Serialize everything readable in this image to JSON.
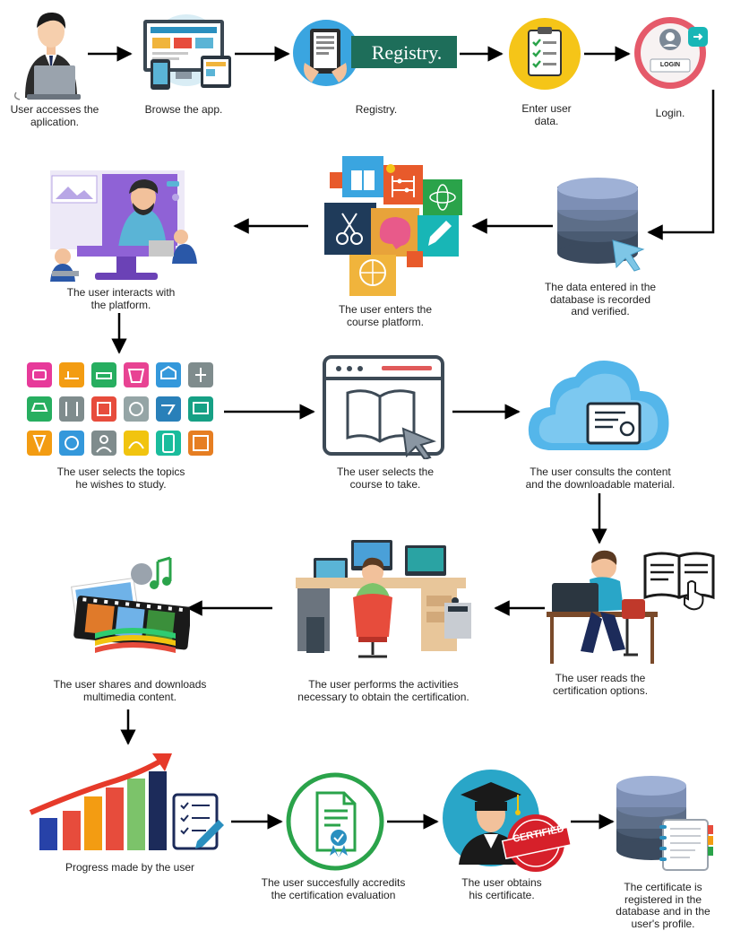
{
  "colors": {
    "arrow": "#000000",
    "text": "#1f1f1f"
  },
  "steps": [
    {
      "name": "user-access",
      "icon": "user-at-laptop-icon",
      "label": "User accesses the\naplication."
    },
    {
      "name": "browse-app",
      "icon": "devices-icon",
      "label": "Browse the app."
    },
    {
      "name": "registry",
      "icon": "registry-tablet-icon",
      "label": "Registry.",
      "badge": "Registry."
    },
    {
      "name": "enter-data",
      "icon": "clipboard-checklist-icon",
      "label": "Enter user\ndata."
    },
    {
      "name": "login",
      "icon": "login-screen-icon",
      "label": "Login.",
      "button": "LOGIN"
    },
    {
      "name": "db-record",
      "icon": "database-cursor-icon",
      "label": "The data entered in the\ndatabase is recorded\nand verified."
    },
    {
      "name": "course-platform",
      "icon": "course-tiles-icon",
      "label": "The user enters the\ncourse platform."
    },
    {
      "name": "interact-platform",
      "icon": "platform-interaction-icon",
      "label": "The user interacts with\nthe platform."
    },
    {
      "name": "select-topics",
      "icon": "topic-grid-icon",
      "label": "The user selects the topics\nhe wishes to study."
    },
    {
      "name": "select-course",
      "icon": "course-window-icon",
      "label": "The user selects the\ncourse to take."
    },
    {
      "name": "consult-content",
      "icon": "cloud-certificate-icon",
      "label": "The user consults the content\nand the downloadable material."
    },
    {
      "name": "read-options",
      "icon": "reader-at-desk-icon",
      "label": "The user reads the\ncertification options."
    },
    {
      "name": "perform-activities",
      "icon": "workstation-icon",
      "label": "The user performs the activities\nnecessary to obtain the certification."
    },
    {
      "name": "share-multimedia",
      "icon": "multimedia-icon",
      "label": "The user shares and downloads\nmultimedia content."
    },
    {
      "name": "progress",
      "icon": "progress-chart-icon",
      "label": "Progress made by the user"
    },
    {
      "name": "accredit",
      "icon": "certificate-document-icon",
      "label": "The user succesfully accredits\nthe certification evaluation"
    },
    {
      "name": "obtain-certificate",
      "icon": "graduate-certified-icon",
      "label": "The user obtains\nhis certificate.",
      "stamp": "CERTIFIED"
    },
    {
      "name": "certificate-registered",
      "icon": "database-notebook-icon",
      "label": "The certificate is\nregistered in the\ndatabase and in the\nuser's profile."
    }
  ]
}
